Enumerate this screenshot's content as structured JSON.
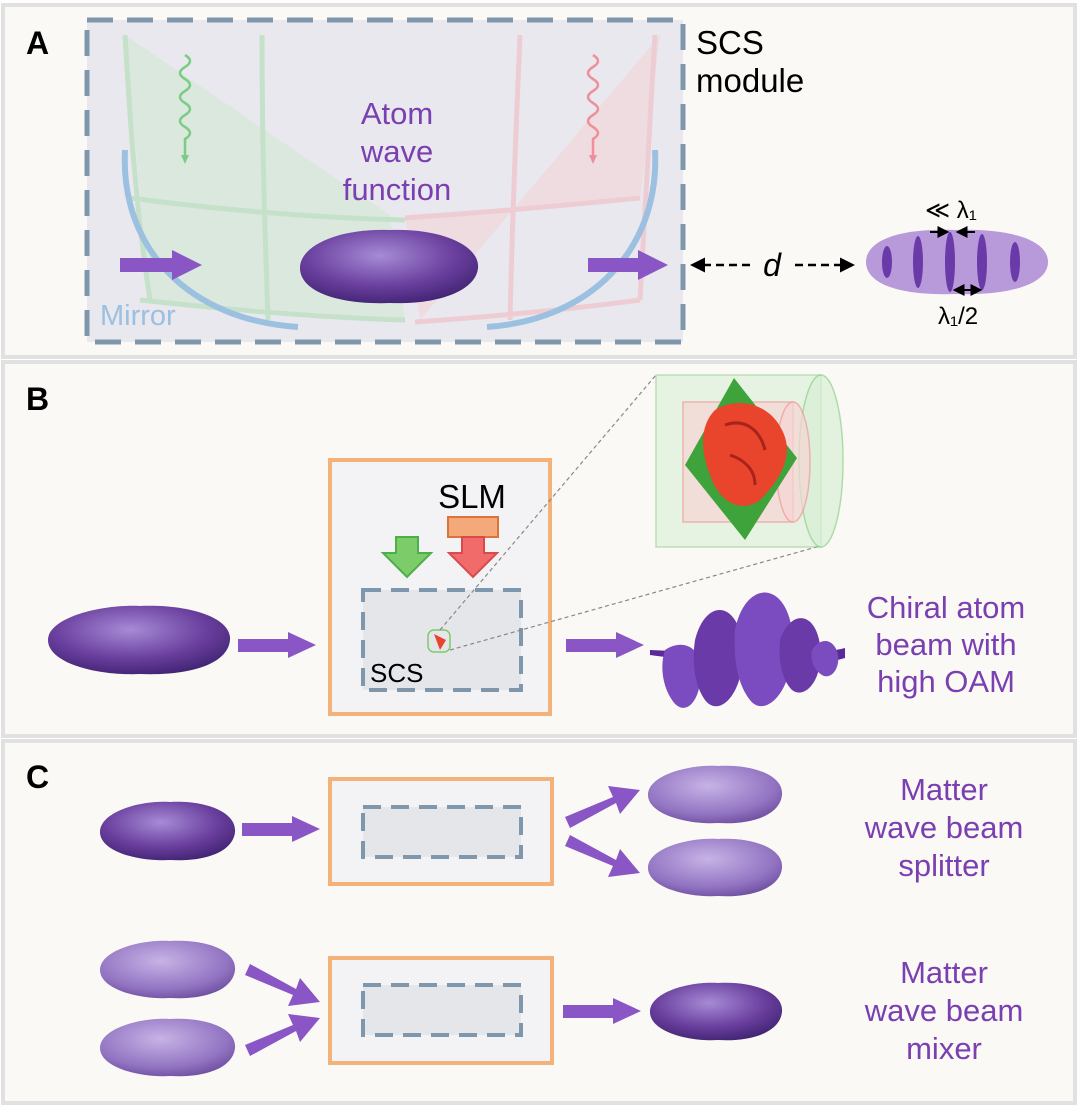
{
  "panel_a": {
    "letter": "A",
    "module_label_line1": "SCS",
    "module_label_line2": "module",
    "wavefunction_line1": "Atom",
    "wavefunction_line2": "wave",
    "wavefunction_line3": "function",
    "mirror_label": "Mirror",
    "distance_label": "d",
    "spacing_small_label": "≪ λ₁",
    "spacing_half_label": "λ₁/2"
  },
  "panel_b": {
    "letter": "B",
    "slm_label": "SLM",
    "scs_label": "SCS",
    "result_line1": "Chiral atom",
    "result_line2": "beam with",
    "result_line3": "high OAM"
  },
  "panel_c": {
    "letter": "C",
    "splitter_line1": "Matter",
    "splitter_line2": "wave beam",
    "splitter_line3": "splitter",
    "mixer_line1": "Matter",
    "mixer_line2": "wave beam",
    "mixer_line3": "mixer"
  },
  "colors": {
    "purple_text": "#7a3fb0",
    "orange_box": "#f2b27a",
    "dashed_box": "#7f97ad",
    "mirror_blue": "#9cc0e0"
  }
}
